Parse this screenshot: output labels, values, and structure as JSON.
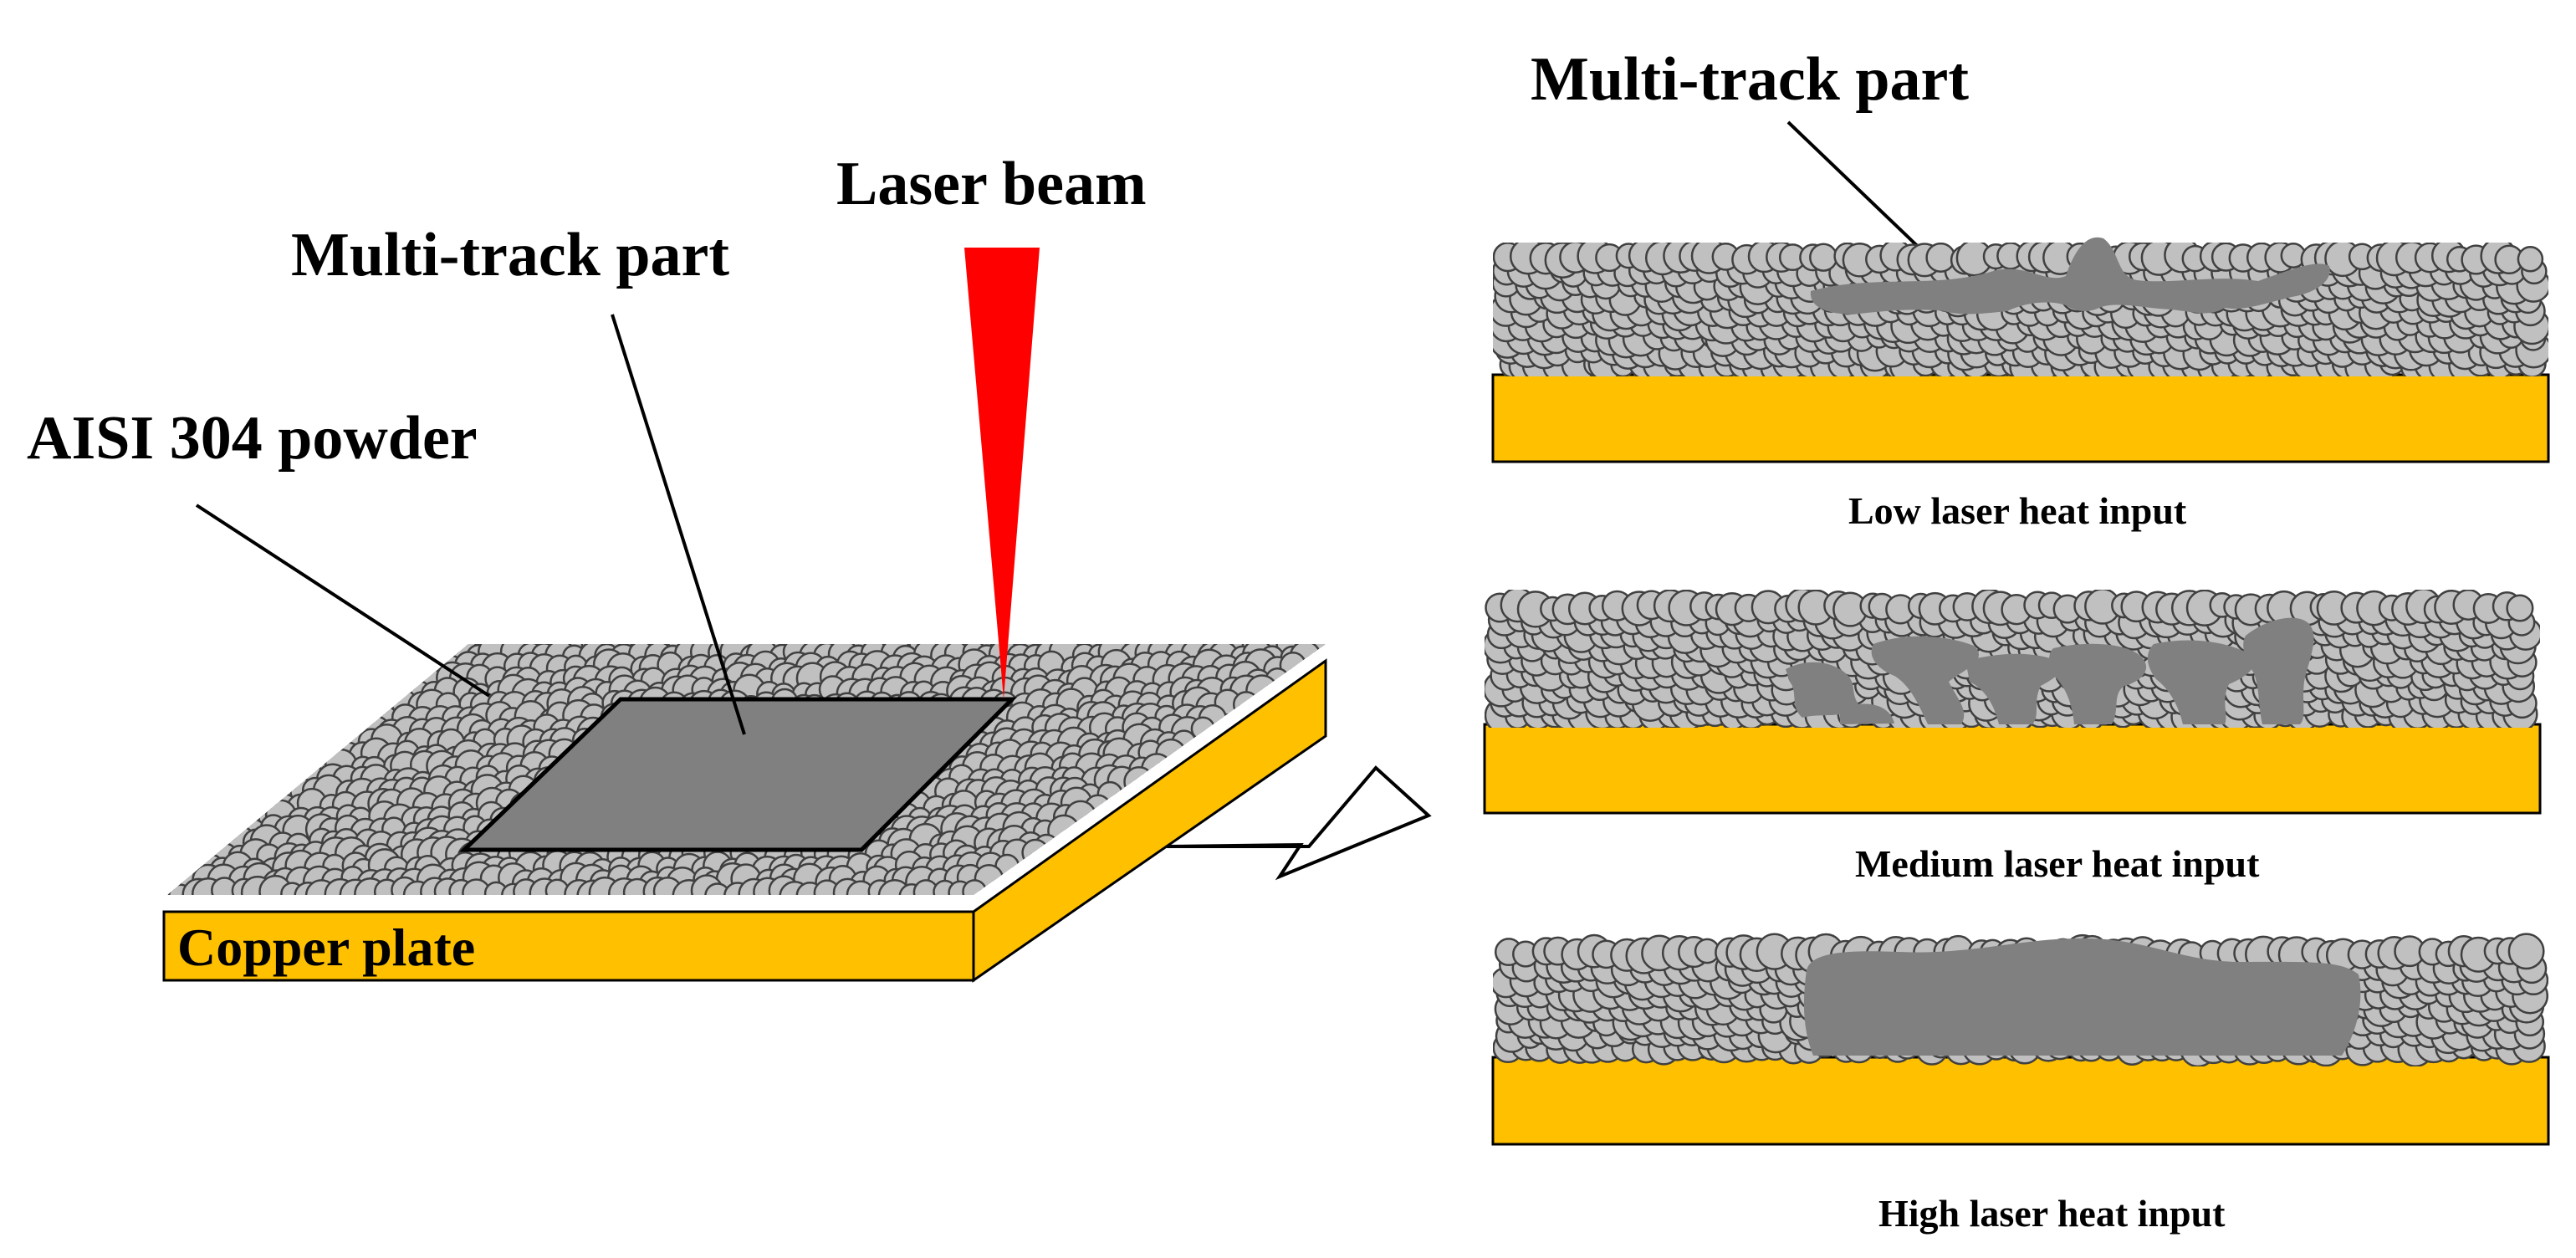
{
  "labels": {
    "laser_beam": "Laser beam",
    "multi_track_left": "Multi-track part",
    "powder": "AISI 304 powder",
    "copper_plate": "Copper plate",
    "multi_track_right": "Multi-track part"
  },
  "captions": {
    "low": "Low laser heat input",
    "medium": "Medium laser heat input",
    "high": "High laser heat input"
  },
  "colors": {
    "copper": "#FFC000",
    "laser": "#FF0000",
    "track": "#808080",
    "powder_fill": "#C0C0C0",
    "powder_stroke": "#404040"
  }
}
